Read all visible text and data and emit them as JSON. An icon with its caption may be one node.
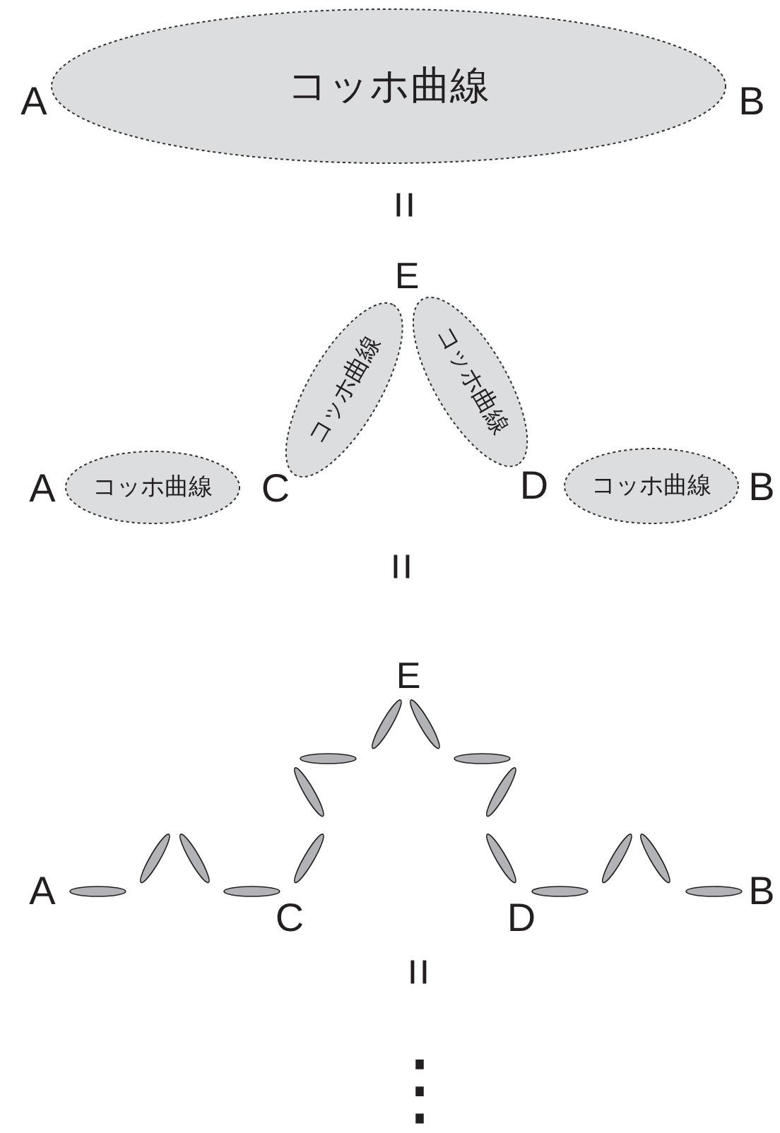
{
  "diagram": {
    "nodes": [
      {
        "text": [
          "コッホ曲線"
        ]
      },
      {
        "text": [
          "コッホ曲線"
        ]
      },
      {
        "text": [
          "コッホ曲線"
        ]
      },
      {
        "text": [
          "コッホ曲線"
        ]
      },
      {
        "text": [
          "コッホ曲線"
        ]
      },
      {
        "text": [],
        "shape": "ellipse"
      },
      {
        "text": [],
        "shape": "ellipse"
      },
      {
        "text": [],
        "shape": "ellipse"
      },
      {
        "text": [],
        "shape": "ellipse"
      },
      {
        "text": [],
        "shape": "ellipse"
      },
      {
        "text": [],
        "shape": "ellipse"
      },
      {
        "text": [],
        "shape": "ellipse"
      },
      {
        "text": [],
        "shape": "ellipse"
      },
      {
        "text": [],
        "shape": "ellipse"
      },
      {
        "text": [],
        "shape": "ellipse"
      },
      {
        "text": [],
        "shape": "ellipse"
      },
      {
        "text": [],
        "shape": "ellipse"
      },
      {
        "text": [],
        "shape": "ellipse"
      },
      {
        "text": [],
        "shape": "ellipse"
      },
      {
        "text": [],
        "shape": "ellipse"
      },
      {
        "text": [],
        "shape": "ellipse"
      }
    ],
    "labels": [
      "A",
      "B",
      "=",
      "E",
      "A",
      "C",
      "D",
      "B",
      "=",
      "E",
      "A",
      "C",
      "D",
      "B",
      "=",
      "⋮"
    ]
  }
}
